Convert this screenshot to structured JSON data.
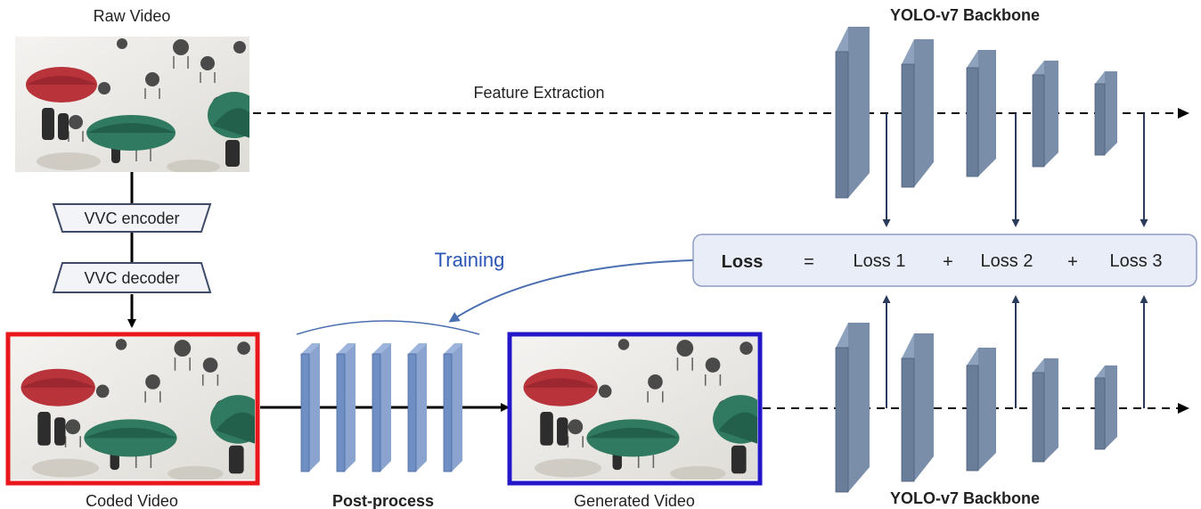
{
  "labels": {
    "raw_video": "Raw Video",
    "coded_video": "Coded Video",
    "generated_video": "Generated Video",
    "post_process": "Post-process",
    "feature_extraction": "Feature Extraction",
    "training": "Training",
    "backbone_top": "YOLO-v7 Backbone",
    "backbone_bottom": "YOLO-v7 Backbone"
  },
  "codec": {
    "encoder": "VVC encoder",
    "decoder": "VVC decoder"
  },
  "loss": {
    "title": "Loss",
    "equals": "=",
    "term1": "Loss 1",
    "plus1": "+",
    "term2": "Loss 2",
    "plus2": "+",
    "term3": "Loss 3"
  },
  "colors": {
    "coded_frame": "#e8171b",
    "generated_frame": "#2417c8",
    "training_text": "#2a55b4",
    "layer_front": "#6a7e9a",
    "layer_side": "#8ea2bd",
    "pp_front": "#6f8fc4",
    "pp_side": "#9db4dc",
    "loss_box_fill": "#e8edf7",
    "loss_box_stroke": "#8d9cc0",
    "arrow": "#2b3b5c"
  }
}
